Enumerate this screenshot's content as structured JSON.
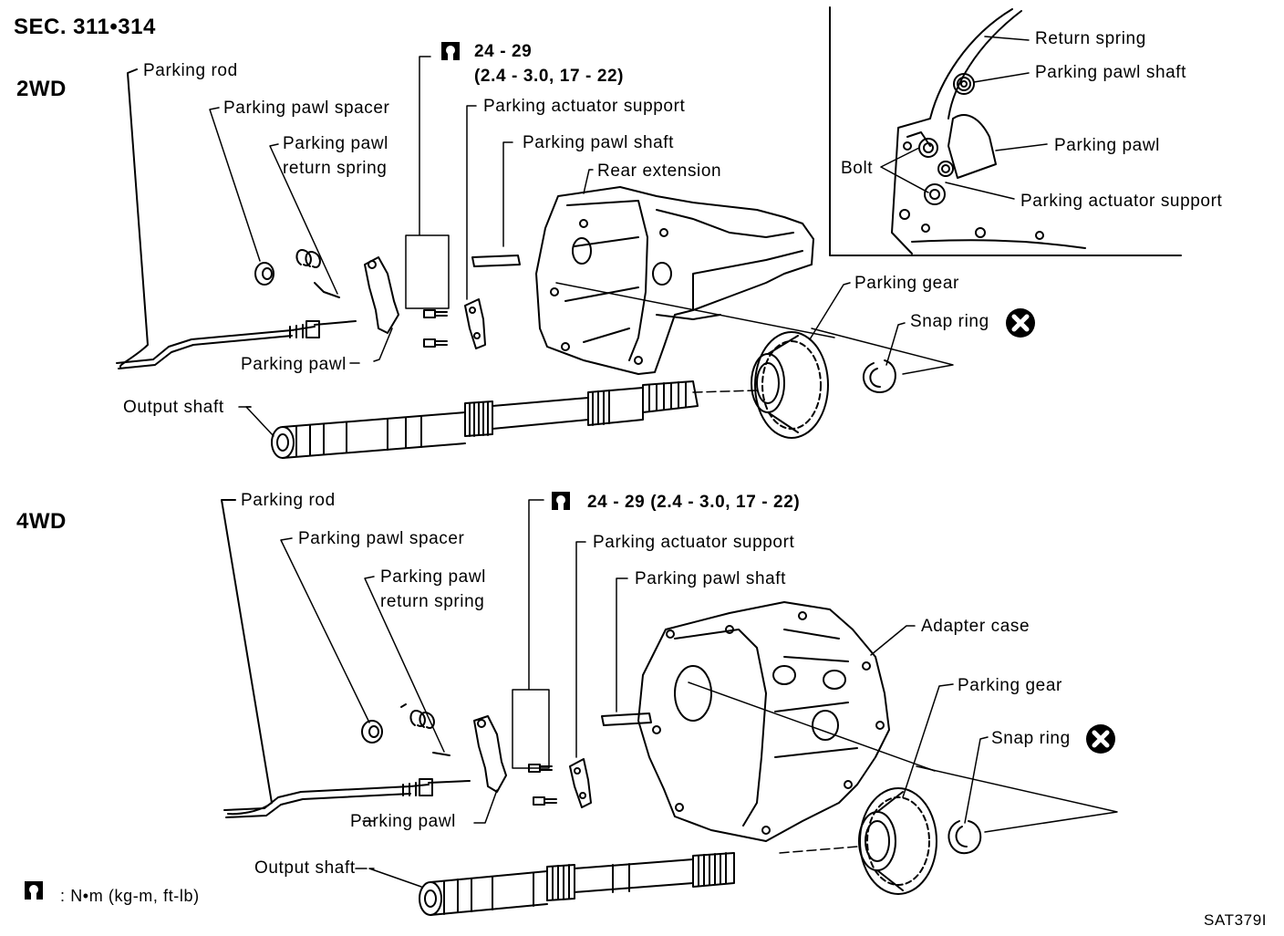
{
  "header": {
    "section": "SEC. 311•314",
    "figure_code": "SAT379I"
  },
  "variant_2wd": {
    "title": "2WD",
    "parking_rod": "Parking rod",
    "pawl_spacer": "Parking pawl spacer",
    "return_spring_l1": "Parking pawl",
    "return_spring_l2": "return spring",
    "torque_l1": "24 - 29",
    "torque_l2": "(2.4 - 3.0, 17 - 22)",
    "actuator_support": "Parking actuator support",
    "pawl_shaft": "Parking pawl shaft",
    "rear_extension": "Rear extension",
    "parking_gear": "Parking gear",
    "snap_ring": "Snap ring",
    "parking_pawl": "Parking pawl",
    "output_shaft": "Output shaft"
  },
  "inset": {
    "return_spring": "Return spring",
    "pawl_shaft": "Parking pawl shaft",
    "parking_pawl": "Parking pawl",
    "bolt": "Bolt",
    "actuator_support": "Parking actuator support"
  },
  "variant_4wd": {
    "title": "4WD",
    "parking_rod": "Parking rod",
    "pawl_spacer": "Parking pawl spacer",
    "return_spring_l1": "Parking pawl",
    "return_spring_l2": "return spring",
    "torque": "24 - 29 (2.4 - 3.0, 17 - 22)",
    "actuator_support": "Parking actuator support",
    "pawl_shaft": "Parking pawl shaft",
    "adapter_case": "Adapter case",
    "parking_gear": "Parking gear",
    "snap_ring": "Snap ring",
    "parking_pawl": "Parking pawl",
    "output_shaft": "Output shaft"
  },
  "legend": {
    "units": ": N•m (kg-m, ft-lb)"
  },
  "icons": [
    "torque-wrench-icon",
    "do-not-reuse-icon"
  ]
}
